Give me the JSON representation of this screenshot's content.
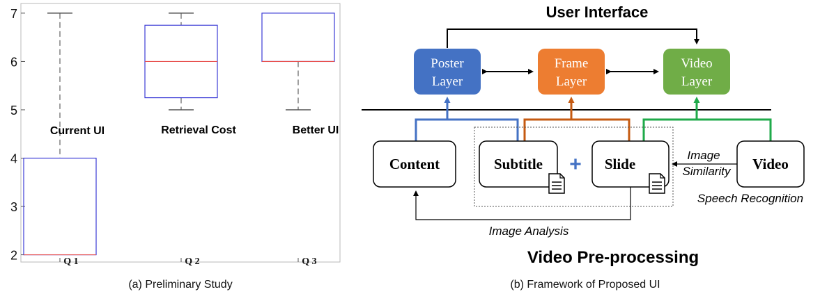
{
  "chart_data": {
    "type": "box",
    "categories": [
      "Q 1",
      "Q 2",
      "Q 3"
    ],
    "group_labels": [
      "Current UI",
      "Retrieval Cost",
      "Better UI"
    ],
    "boxes": [
      {
        "min": 2,
        "q1": 2,
        "median": 2,
        "q3": 4,
        "max": 7
      },
      {
        "min": 5,
        "q1": 5.25,
        "median": 6,
        "q3": 6.75,
        "max": 7
      },
      {
        "min": 5,
        "q1": 6,
        "median": 6,
        "q3": 7,
        "max": 7
      }
    ],
    "yticks": [
      2,
      3,
      4,
      5,
      6,
      7
    ],
    "ylim": [
      1.85,
      7.2
    ],
    "colors": {
      "box": "#3b3bd6",
      "median": "#e8514f",
      "whisker": "#808080"
    }
  },
  "captions": {
    "left": "(a) Preliminary Study",
    "right": "(b) Framework of Proposed UI"
  },
  "diagram": {
    "top_title": "User Interface",
    "bottom_title": "Video Pre-processing",
    "layers": [
      {
        "line1": "Poster",
        "line2": "Layer",
        "color": "#4472c4"
      },
      {
        "line1": "Frame",
        "line2": "Layer",
        "color": "#ed7d31"
      },
      {
        "line1": "Video",
        "line2": "Layer",
        "color": "#70ad47"
      }
    ],
    "components": {
      "content": "Content",
      "subtitle": "Subtitle",
      "slide": "Slide",
      "video": "Video",
      "plus": "+"
    },
    "edge_labels": {
      "image_similarity_1": "Image",
      "image_similarity_2": "Similarity",
      "speech_recognition": "Speech Recognition",
      "image_analysis": "Image Analysis"
    },
    "line_colors": {
      "blue": "#4472c4",
      "orange": "#c55a11",
      "green": "#1faa4a"
    }
  }
}
